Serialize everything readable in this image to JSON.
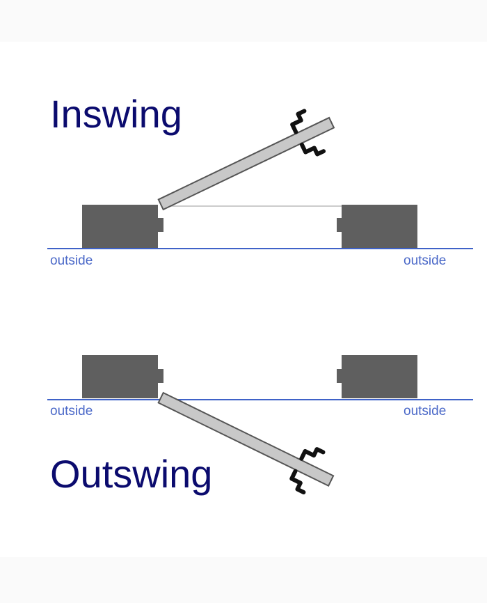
{
  "diagram": {
    "inswing": {
      "title": "Inswing",
      "left_label": "outside",
      "right_label": "outside"
    },
    "outswing": {
      "title": "Outswing",
      "left_label": "outside",
      "right_label": "outside"
    },
    "colors": {
      "title": "#0b0b6e",
      "ground_line": "#3f62c8",
      "wall": "#5f5f5f",
      "door": "#c8c8c8"
    }
  }
}
